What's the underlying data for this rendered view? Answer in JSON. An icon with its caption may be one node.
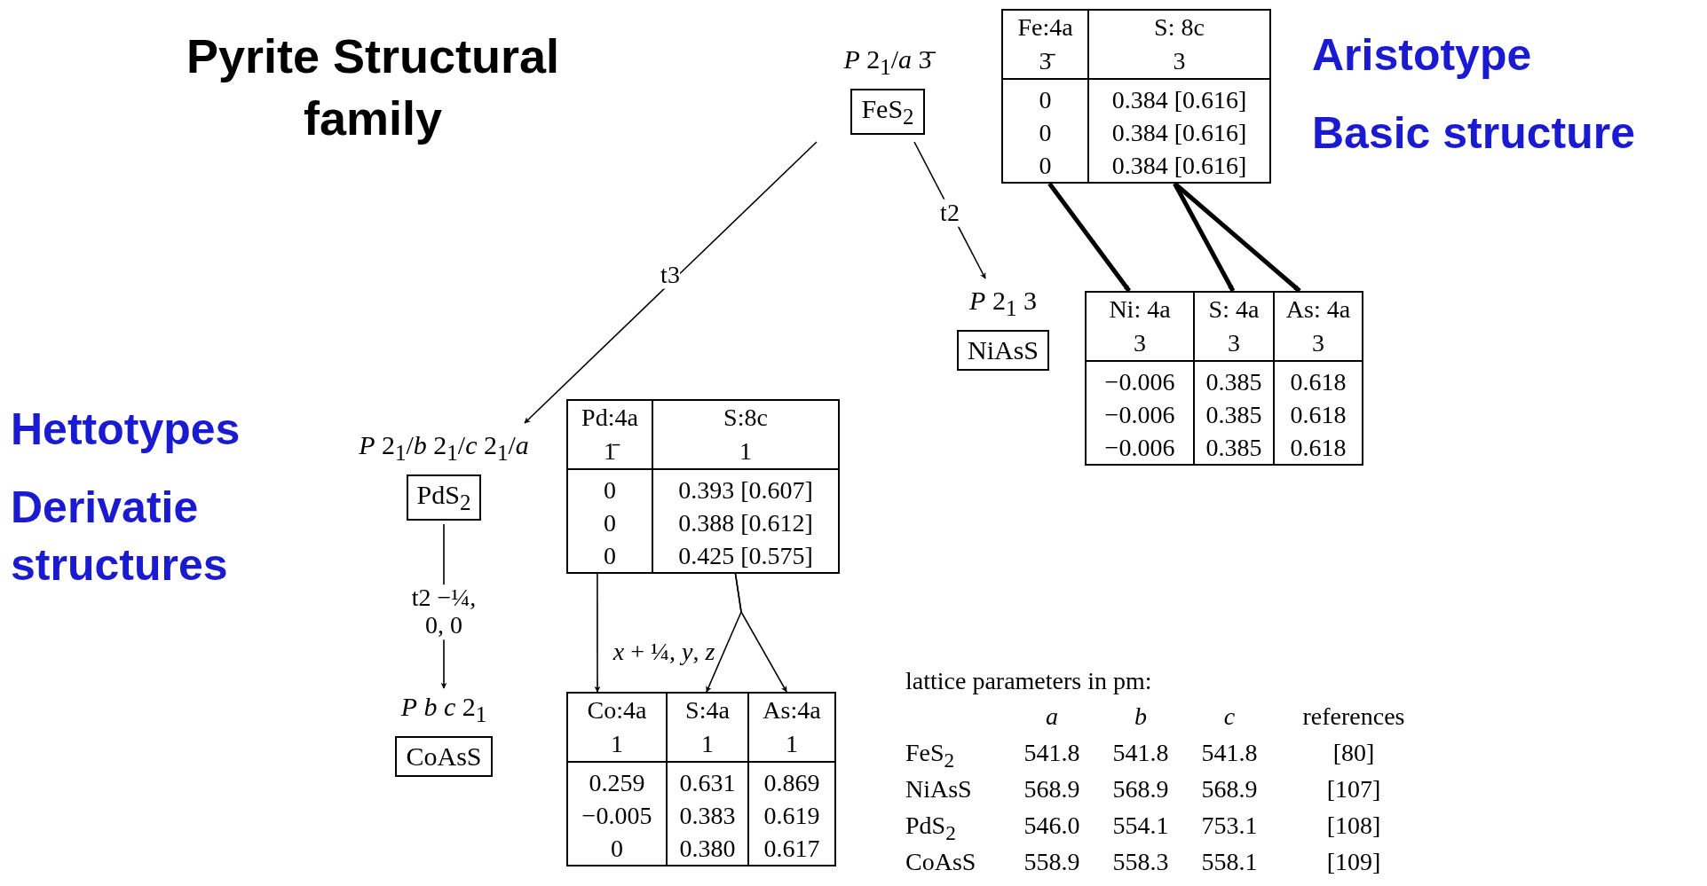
{
  "diagram": {
    "title": "Pyrite Structural family",
    "nodes": [
      {
        "text": [
          "*P* 2$_{1}$/*a* 3̄",
          "FeS$_{2}$"
        ]
      },
      {
        "text": [],
        "shape": "box"
      },
      {
        "text": [
          "Fe:4a",
          "3̄",
          "0",
          "0",
          "0"
        ],
        "in": 1
      },
      {
        "text": [
          "S: 8c",
          "3",
          "0.384 [0.616]",
          "0.384 [0.616]",
          "0.384 [0.616]"
        ],
        "in": 1
      },
      {
        "text": [
          "*P* 2$_{1}$ 3",
          "NiAsS"
        ]
      },
      {
        "text": [],
        "shape": "box"
      },
      {
        "text": [
          "Ni: 4a",
          "3",
          "−0.006",
          "−0.006",
          "−0.006"
        ],
        "in": 5
      },
      {
        "text": [
          "S: 4a",
          "3",
          "0.385",
          "0.385",
          "0.385"
        ],
        "in": 5
      },
      {
        "text": [
          "As: 4a",
          "3",
          "0.618",
          "0.618",
          "0.618"
        ],
        "in": 5
      },
      {
        "text": [
          "*P* 2$_{1}$/*b* 2$_{1}$/*c* 2$_{1}$/*a*",
          "PdS$_{2}$"
        ]
      },
      {
        "text": [],
        "shape": "box"
      },
      {
        "text": [
          "Pd:4a",
          "1̄",
          "0",
          "0",
          "0"
        ],
        "in": 10
      },
      {
        "text": [
          "S:8c",
          "1",
          "0.393 [0.607]",
          "0.388 [0.612]",
          "0.425 [0.575]"
        ],
        "in": 10
      },
      {
        "text": [
          "*P* *b* *c* 2$_{1}$",
          "CoAsS"
        ]
      },
      {
        "text": [],
        "shape": "box"
      },
      {
        "text": [
          "Co:4a",
          "1",
          "0.259",
          "−0.005",
          "0"
        ],
        "in": 14
      },
      {
        "text": [
          "S:4a",
          "1",
          "0.631",
          "0.383",
          "0.380"
        ],
        "in": 14
      },
      {
        "text": [
          "As:4a",
          "1",
          "0.869",
          "0.619",
          "0.617"
        ],
        "in": 14
      }
    ],
    "edges": [
      {
        "from": 0,
        "to": 4,
        "arrow": "to",
        "label": "t2"
      },
      {
        "from": 0,
        "to": 9,
        "arrow": "to",
        "label": "t3"
      },
      {
        "from": 2,
        "to": 6,
        "arrow": "to",
        "style": "thick"
      },
      {
        "from": 3,
        "to": 7,
        "arrow": "to",
        "style": "thick"
      },
      {
        "from": 3,
        "to": 8,
        "arrow": "to",
        "style": "thick"
      },
      {
        "from": 9,
        "to": 13,
        "arrow": "to",
        "label": "t2 −¼, 0, 0"
      },
      {
        "from": 11,
        "to": 15,
        "arrow": "to"
      },
      {
        "from": 12,
        "to": 16,
        "arrow": "to",
        "label": "*x* + ¼, *y*, *z*"
      },
      {
        "from": 12,
        "to": 17,
        "arrow": "to"
      }
    ],
    "labels": [
      "Aristotype",
      "Basic structure",
      "Hettotypes",
      "Derivatie structures",
      "lattice parameters in pm:",
      "*a*",
      "*b*",
      "*c*",
      "references",
      "FeS$_{2}$",
      "541.8",
      "541.8",
      "541.8",
      "[80]",
      "NiAsS",
      "568.9",
      "568.9",
      "568.9",
      "[107]",
      "PdS$_{2}$",
      "546.0",
      "554.1",
      "753.1",
      "[108]",
      "CoAsS",
      "558.9",
      "558.3",
      "558.1",
      "[109]"
    ]
  }
}
